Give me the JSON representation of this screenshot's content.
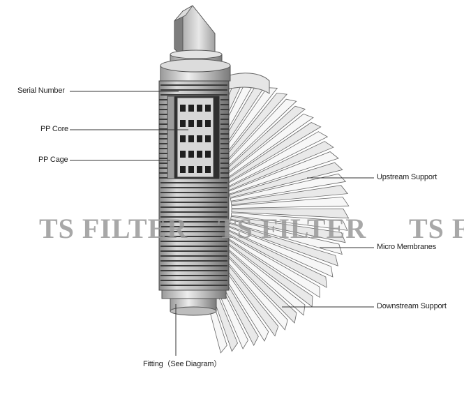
{
  "labels": {
    "serial_number": "Serial Number",
    "pp_core": "PP Core",
    "pp_cage": "PP Cage",
    "upstream_support": "Upstream Support",
    "micro_membranes": "Micro Membranes",
    "downstream_support": "Downstream Support",
    "fitting": "Fitting（See Diagram）"
  },
  "watermark": {
    "text_1": "TS FILTER",
    "text_2": "TS FILTER",
    "text_3": "TS F"
  },
  "colors": {
    "cartridge_body": "#c9c9c9",
    "cartridge_dark": "#555555",
    "pleat_fill": "#f4f4f4",
    "pleat_stroke": "#666666",
    "leader_line": "#333333",
    "watermark": "#9a9a9a"
  }
}
